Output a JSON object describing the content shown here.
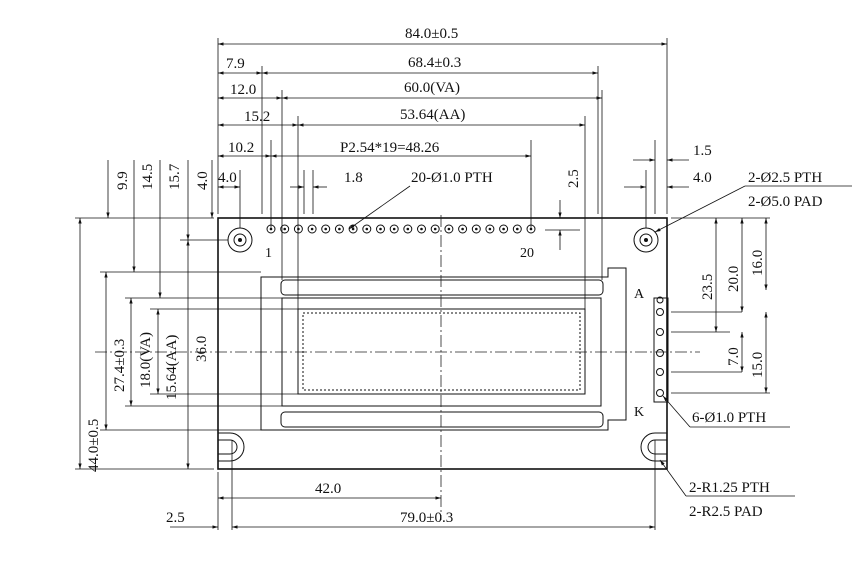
{
  "dimensions": {
    "overall_width": "84.0±0.5",
    "pad_span": "68.4±0.3",
    "va_width": "60.0(VA)",
    "aa_width": "53.64(AA)",
    "pitch": "P2.54*19=48.26",
    "pth_label": "20-Ø1.0 PTH",
    "d_7_9": "7.9",
    "d_12_0": "12.0",
    "d_15_2": "15.2",
    "d_10_2": "10.2",
    "d_4_0_left": "4.0",
    "d_1_8": "1.8",
    "d_2_5_top": "2.5",
    "d_1_5": "1.5",
    "d_4_0_right": "4.0",
    "v_9_9": "9.9",
    "v_14_5": "14.5",
    "v_15_7": "15.7",
    "v_4_0": "4.0",
    "v_44": "44.0±0.5",
    "v_27_4": "27.4±0.3",
    "v_18": "18.0(VA)",
    "v_15_64": "15.64(AA)",
    "v_36": "36.0",
    "v_16": "16.0",
    "v_20": "20.0",
    "v_23_5": "23.5",
    "v_7": "7.0",
    "v_15": "15.0",
    "d_42": "42.0",
    "d_2_5_bottom": "2.5",
    "d_79": "79.0±0.3"
  },
  "callouts": {
    "mount_pth": "2-Ø2.5 PTH",
    "mount_pad": "2-Ø5.0 PAD",
    "led_pth": "6-Ø1.0 PTH",
    "slot_pth": "2-R1.25 PTH",
    "slot_pad": "2-R2.5 PAD"
  },
  "pins": {
    "first": "1",
    "last": "20",
    "anode": "A",
    "cathode": "K"
  }
}
